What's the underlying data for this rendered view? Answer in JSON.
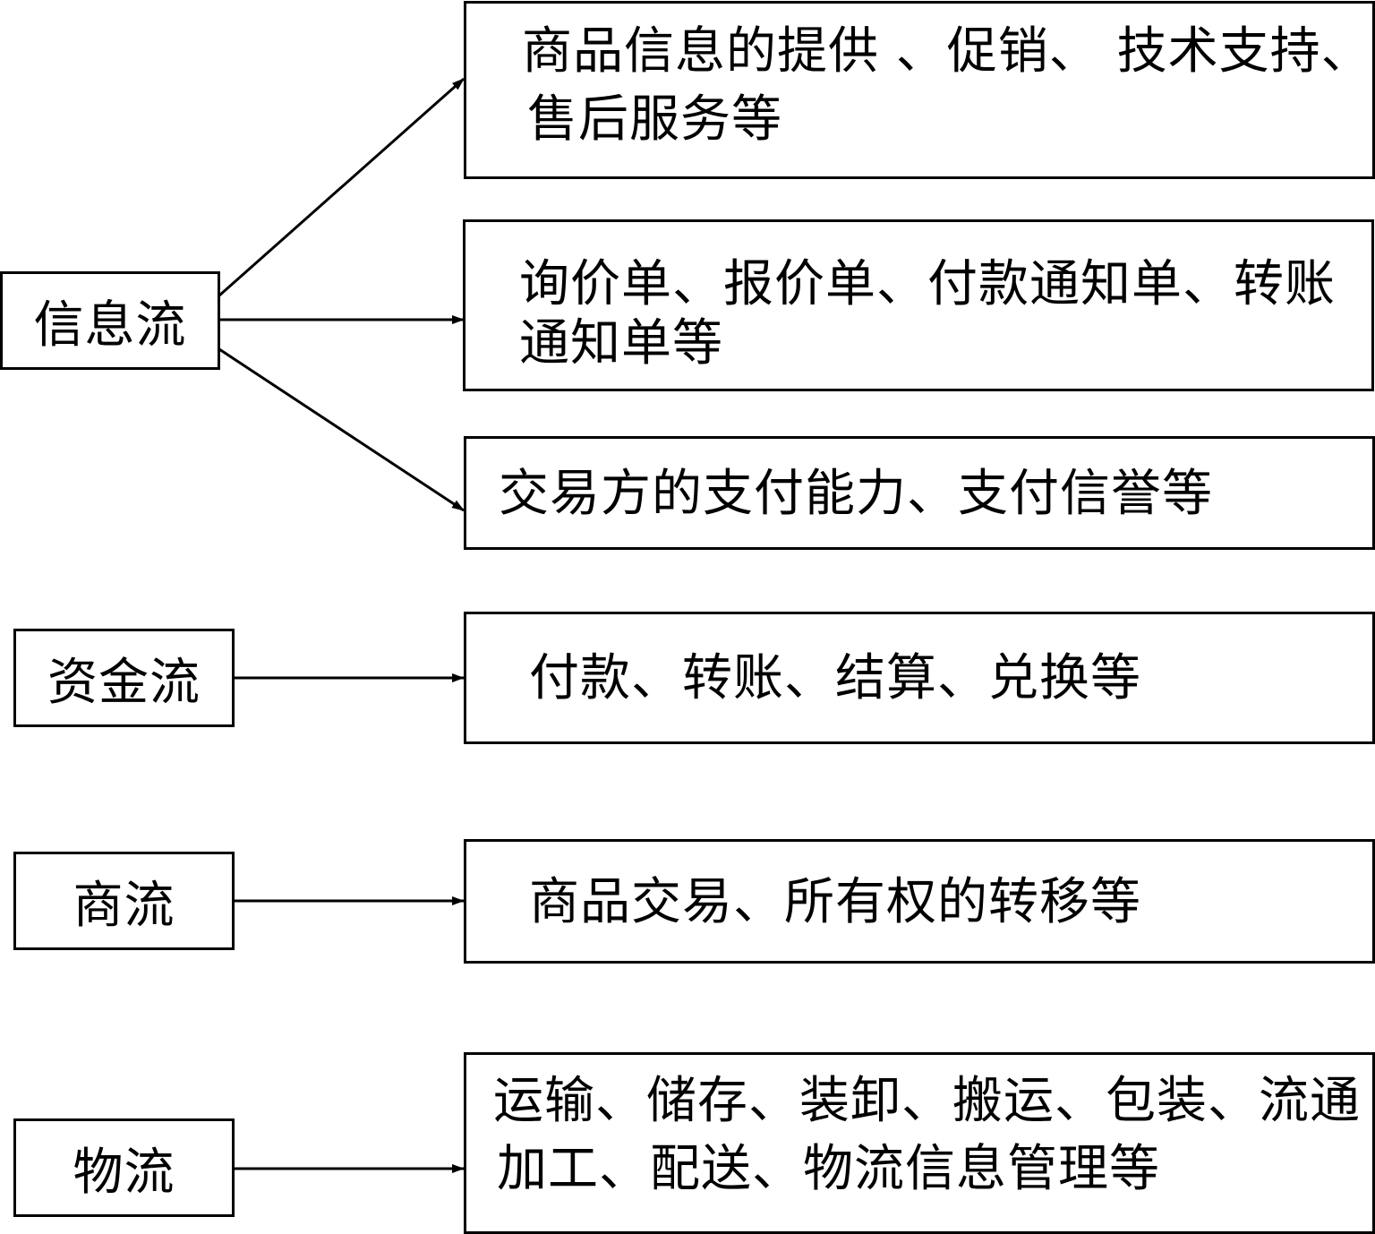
{
  "flows": [
    {
      "id": "info",
      "label": "信息流",
      "targets": [
        {
          "lines": [
            "商品信息的提供 、促销、 技术支持、",
            "售后服务等"
          ]
        },
        {
          "lines": [
            "询价单、报价单、付款通知单、转账",
            "通知单等"
          ]
        },
        {
          "lines": [
            "交易方的支付能力、支付信誉等"
          ]
        }
      ]
    },
    {
      "id": "capital",
      "label": "资金流",
      "targets": [
        {
          "lines": [
            "付款、转账、结算、兑换等"
          ]
        }
      ]
    },
    {
      "id": "commerce",
      "label": "商流",
      "targets": [
        {
          "lines": [
            "商品交易、所有权的转移等"
          ]
        }
      ]
    },
    {
      "id": "logistics",
      "label": "物流",
      "targets": [
        {
          "lines": [
            "运输、储存、装卸、搬运、包装、流通",
            "加工、配送、物流信息管理等"
          ]
        }
      ]
    }
  ],
  "colors": {
    "stroke": "#000000",
    "background": "#ffffff"
  }
}
